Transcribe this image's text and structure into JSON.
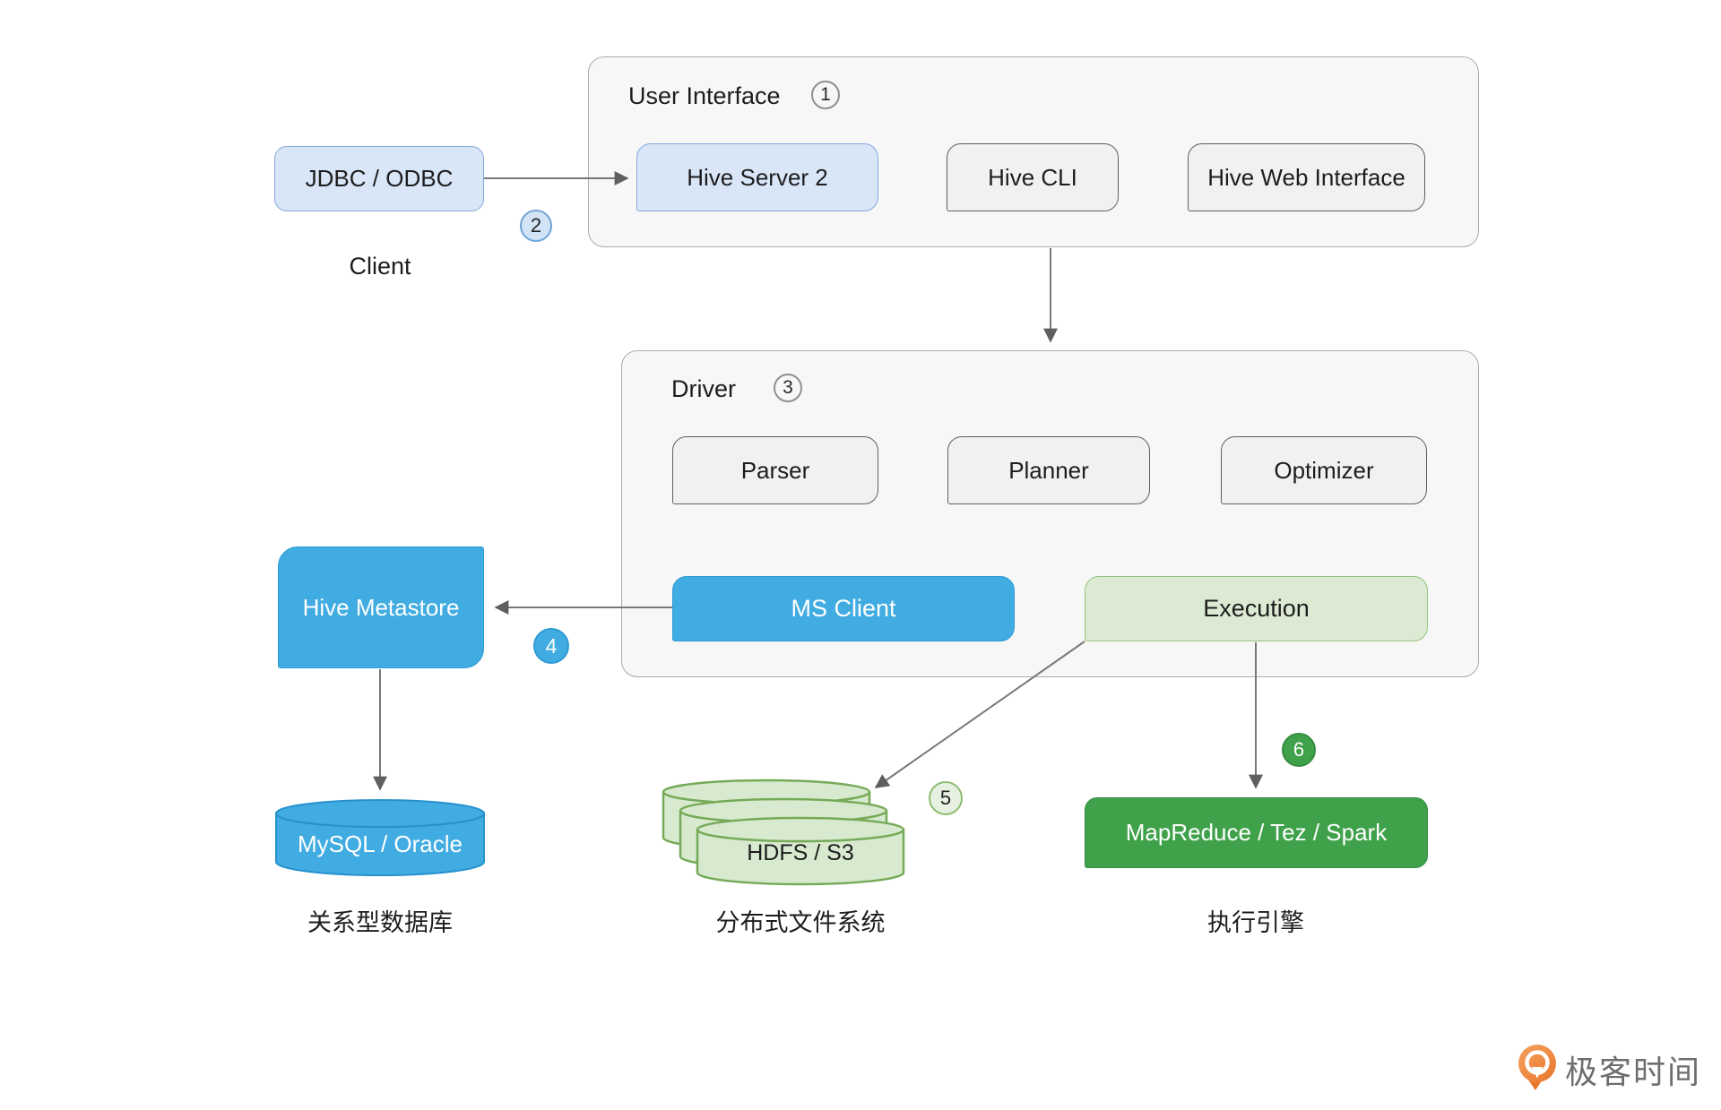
{
  "containers": {
    "user_interface": {
      "label": "User Interface",
      "step": "1"
    },
    "driver": {
      "label": "Driver",
      "step": "3"
    }
  },
  "nodes": {
    "jdbc_odbc": {
      "label": "JDBC / ODBC"
    },
    "hive_server_2": {
      "label": "Hive Server 2"
    },
    "hive_cli": {
      "label": "Hive CLI"
    },
    "hive_web_interface": {
      "label": "Hive Web Interface"
    },
    "parser": {
      "label": "Parser"
    },
    "planner": {
      "label": "Planner"
    },
    "optimizer": {
      "label": "Optimizer"
    },
    "ms_client": {
      "label": "MS Client"
    },
    "execution": {
      "label": "Execution"
    },
    "hive_metastore": {
      "label": "Hive Metastore"
    },
    "mysql_oracle": {
      "label": "MySQL / Oracle"
    },
    "hdfs_s3": {
      "label": "HDFS / S3"
    },
    "mapreduce_tez_spark": {
      "label": "MapReduce / Tez / Spark"
    }
  },
  "captions": {
    "client": "Client",
    "relational_db": "关系型数据库",
    "distributed_fs": "分布式文件系统",
    "execution_engine": "执行引擎"
  },
  "steps": {
    "s2": "2",
    "s4": "4",
    "s5": "5",
    "s6": "6"
  },
  "edges": [
    {
      "from": "jdbc_odbc",
      "to": "hive_server_2",
      "step": "2"
    },
    {
      "from": "user_interface",
      "to": "driver",
      "step": null
    },
    {
      "from": "ms_client",
      "to": "hive_metastore",
      "step": "4"
    },
    {
      "from": "hive_metastore",
      "to": "mysql_oracle",
      "step": null
    },
    {
      "from": "execution",
      "to": "hdfs_s3",
      "step": "5"
    },
    {
      "from": "execution",
      "to": "mapreduce_tez_spark",
      "step": "6"
    }
  ],
  "logo": {
    "text": "极客时间"
  },
  "colors": {
    "container_fill": "#f7f7f8",
    "container_border": "#ababab",
    "gray_fill": "#f1f1f2",
    "gray_border": "#606060",
    "lightblue_fill": "#d9e6f8",
    "lightblue_border": "#84a9d9",
    "blue_fill": "#41ace1",
    "blue_border": "#2d9cd4",
    "lightgreen_fill": "#dcead3",
    "lightgreen_border": "#93c47d",
    "green_fill": "#3fa24a",
    "green_border": "#358b3f",
    "cylinder_green_fill": "#d7e9ce",
    "cylinder_green_border": "#76aa58",
    "arrow": "#787878",
    "logo_orange": "#e9762b"
  }
}
